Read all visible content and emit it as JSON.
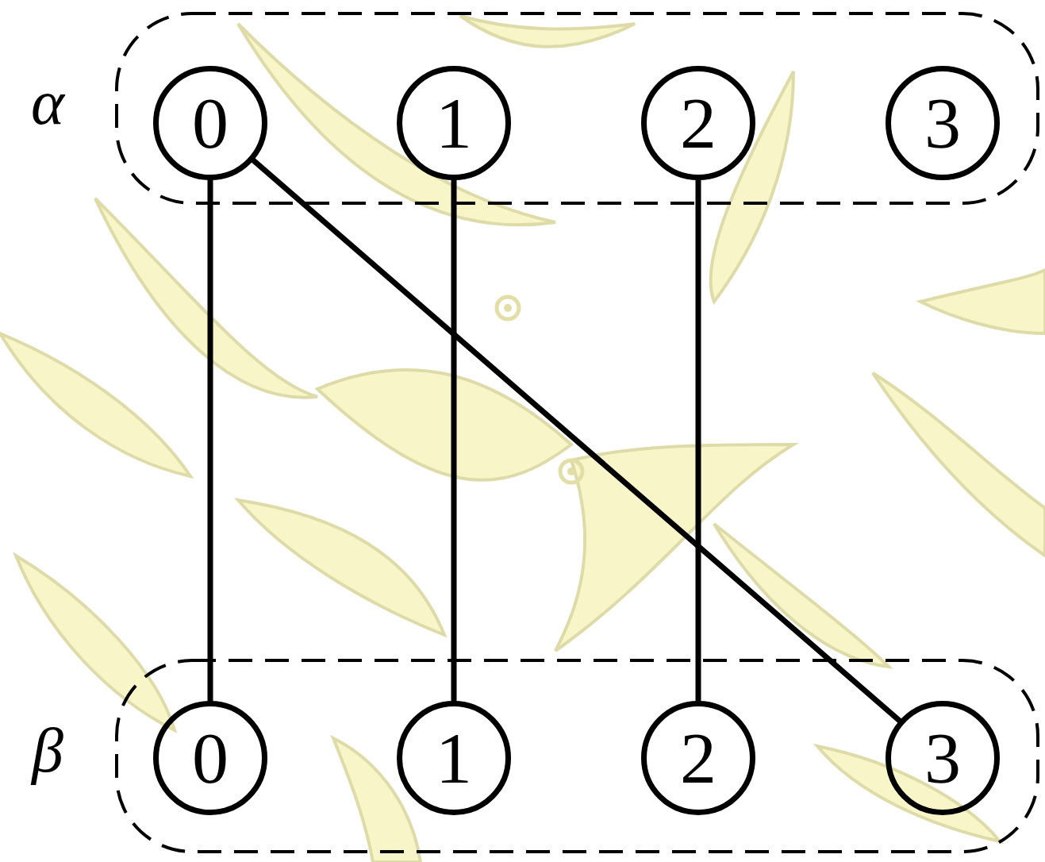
{
  "diagram": {
    "nodes": [
      {
        "text": [
          "α"
        ]
      },
      {
        "text": [
          "0"
        ],
        "in": 0
      },
      {
        "text": [
          "1"
        ],
        "in": 0
      },
      {
        "text": [
          "2"
        ],
        "in": 0
      },
      {
        "text": [
          "3"
        ],
        "in": 0
      },
      {
        "text": [
          "β"
        ]
      },
      {
        "text": [
          "0"
        ],
        "in": 5
      },
      {
        "text": [
          "1"
        ],
        "in": 5
      },
      {
        "text": [
          "2"
        ],
        "in": 5
      },
      {
        "text": [
          "3"
        ],
        "in": 5
      }
    ],
    "edges": [
      {
        "from": 1,
        "to": 6,
        "arrow": "none"
      },
      {
        "from": 2,
        "to": 7,
        "arrow": "none"
      },
      {
        "from": 3,
        "to": 8,
        "arrow": "none"
      },
      {
        "from": 1,
        "to": 9,
        "arrow": "none"
      }
    ]
  }
}
